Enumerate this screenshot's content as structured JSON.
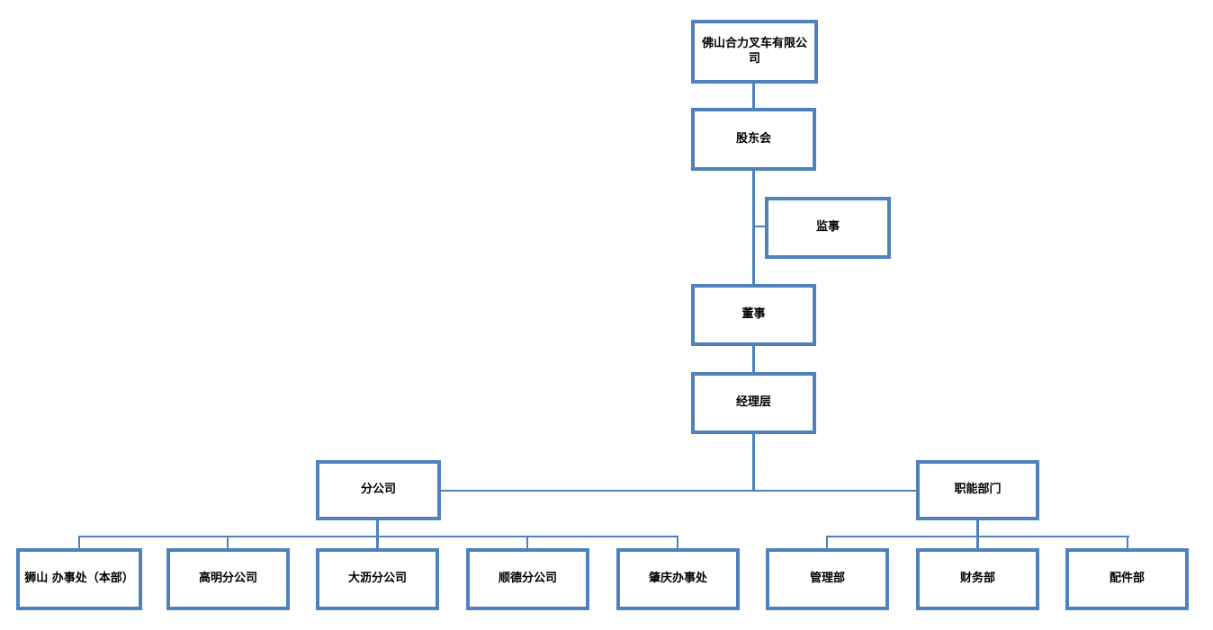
{
  "diagram": {
    "type": "org-chart",
    "company": "佛山合力叉车有限公司"
  },
  "colors": {
    "box_border": "#4F81BD",
    "connector": "#4F81BD",
    "text": "#000000",
    "background": "#FFFFFF"
  },
  "nodes": {
    "company": {
      "label": "佛山合力叉车有限公司"
    },
    "shareholders": {
      "label": "股东会"
    },
    "supervisor": {
      "label": "监事"
    },
    "director": {
      "label": "董事"
    },
    "management": {
      "label": "经理层"
    },
    "branches": {
      "label": "分公司"
    },
    "functional_depts": {
      "label": "职能部门"
    },
    "shishan_office": {
      "label": "狮山 办事处（本部）"
    },
    "gaoming_branch": {
      "label": "高明分公司"
    },
    "dali_branch": {
      "label": "大沥分公司"
    },
    "shunde_branch": {
      "label": "顺德分公司"
    },
    "zhaoqing_office": {
      "label": "肇庆办事处"
    },
    "management_dept": {
      "label": "管理部"
    },
    "finance_dept": {
      "label": "财务部"
    },
    "parts_dept": {
      "label": "配件部"
    }
  },
  "hierarchy": {
    "company": [
      "shareholders"
    ],
    "shareholders": [
      "director"
    ],
    "shareholders_director_link_side": [
      "supervisor"
    ],
    "director": [
      "management"
    ],
    "management": [
      "branches",
      "functional_depts"
    ],
    "branches": [
      "shishan_office",
      "gaoming_branch",
      "dali_branch",
      "shunde_branch",
      "zhaoqing_office"
    ],
    "functional_depts": [
      "management_dept",
      "finance_dept",
      "parts_dept"
    ]
  }
}
